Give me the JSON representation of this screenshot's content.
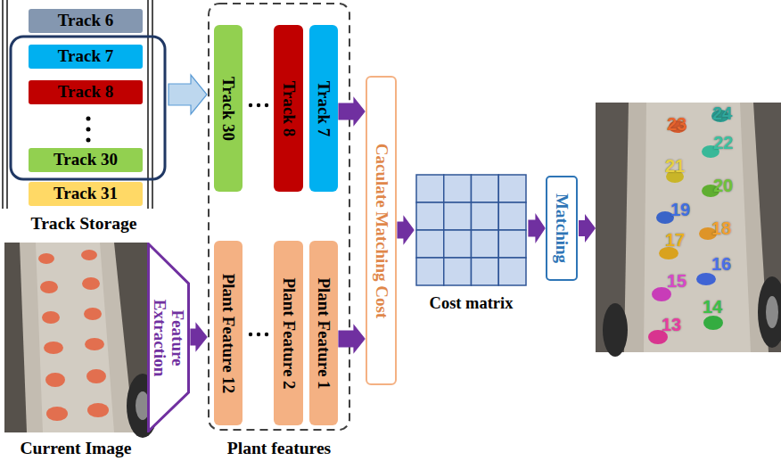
{
  "diagram": {
    "nodes": [
      {
        "text": [
          "Track Storage"
        ]
      },
      {
        "text": [
          "Track 6"
        ],
        "in": 0
      },
      {
        "text": [
          "Track 7"
        ],
        "in": 0
      },
      {
        "text": [
          "Track 8"
        ],
        "in": 0
      },
      {
        "text": [
          "Track 30"
        ],
        "in": 0
      },
      {
        "text": [
          "Track 31"
        ],
        "in": 0
      },
      {
        "text": [
          "Plant features"
        ]
      },
      {
        "text": [
          "Track 30"
        ],
        "in": 6
      },
      {
        "text": [
          "Track 8"
        ],
        "in": 6
      },
      {
        "text": [
          "Track 7"
        ],
        "in": 6
      },
      {
        "text": [
          "Plant Feature 12"
        ],
        "in": 6
      },
      {
        "text": [
          "Plant Feature 2"
        ],
        "in": 6
      },
      {
        "text": [
          "Plant Feature 1"
        ],
        "in": 6
      },
      {
        "text": [
          "Current Image"
        ]
      },
      {
        "text": [
          "Feature Extraction"
        ]
      },
      {
        "text": [
          "Caculate Matching Cost"
        ]
      },
      {
        "text": [
          "Cost matrix"
        ]
      },
      {
        "text": [
          "Matching"
        ]
      }
    ],
    "edges": [
      {
        "from": 0,
        "to": 6,
        "arrow": "to"
      },
      {
        "from": 14,
        "to": 6,
        "arrow": "to"
      },
      {
        "from": 9,
        "to": 15,
        "arrow": "to"
      },
      {
        "from": 12,
        "to": 15,
        "arrow": "to"
      },
      {
        "from": 15,
        "to": 16,
        "arrow": "to"
      },
      {
        "from": 16,
        "to": 17,
        "arrow": "to"
      }
    ],
    "labels": [
      "23",
      "24",
      "22",
      "21",
      "20",
      "19",
      "18",
      "17",
      "16",
      "15",
      "14",
      "13"
    ]
  }
}
